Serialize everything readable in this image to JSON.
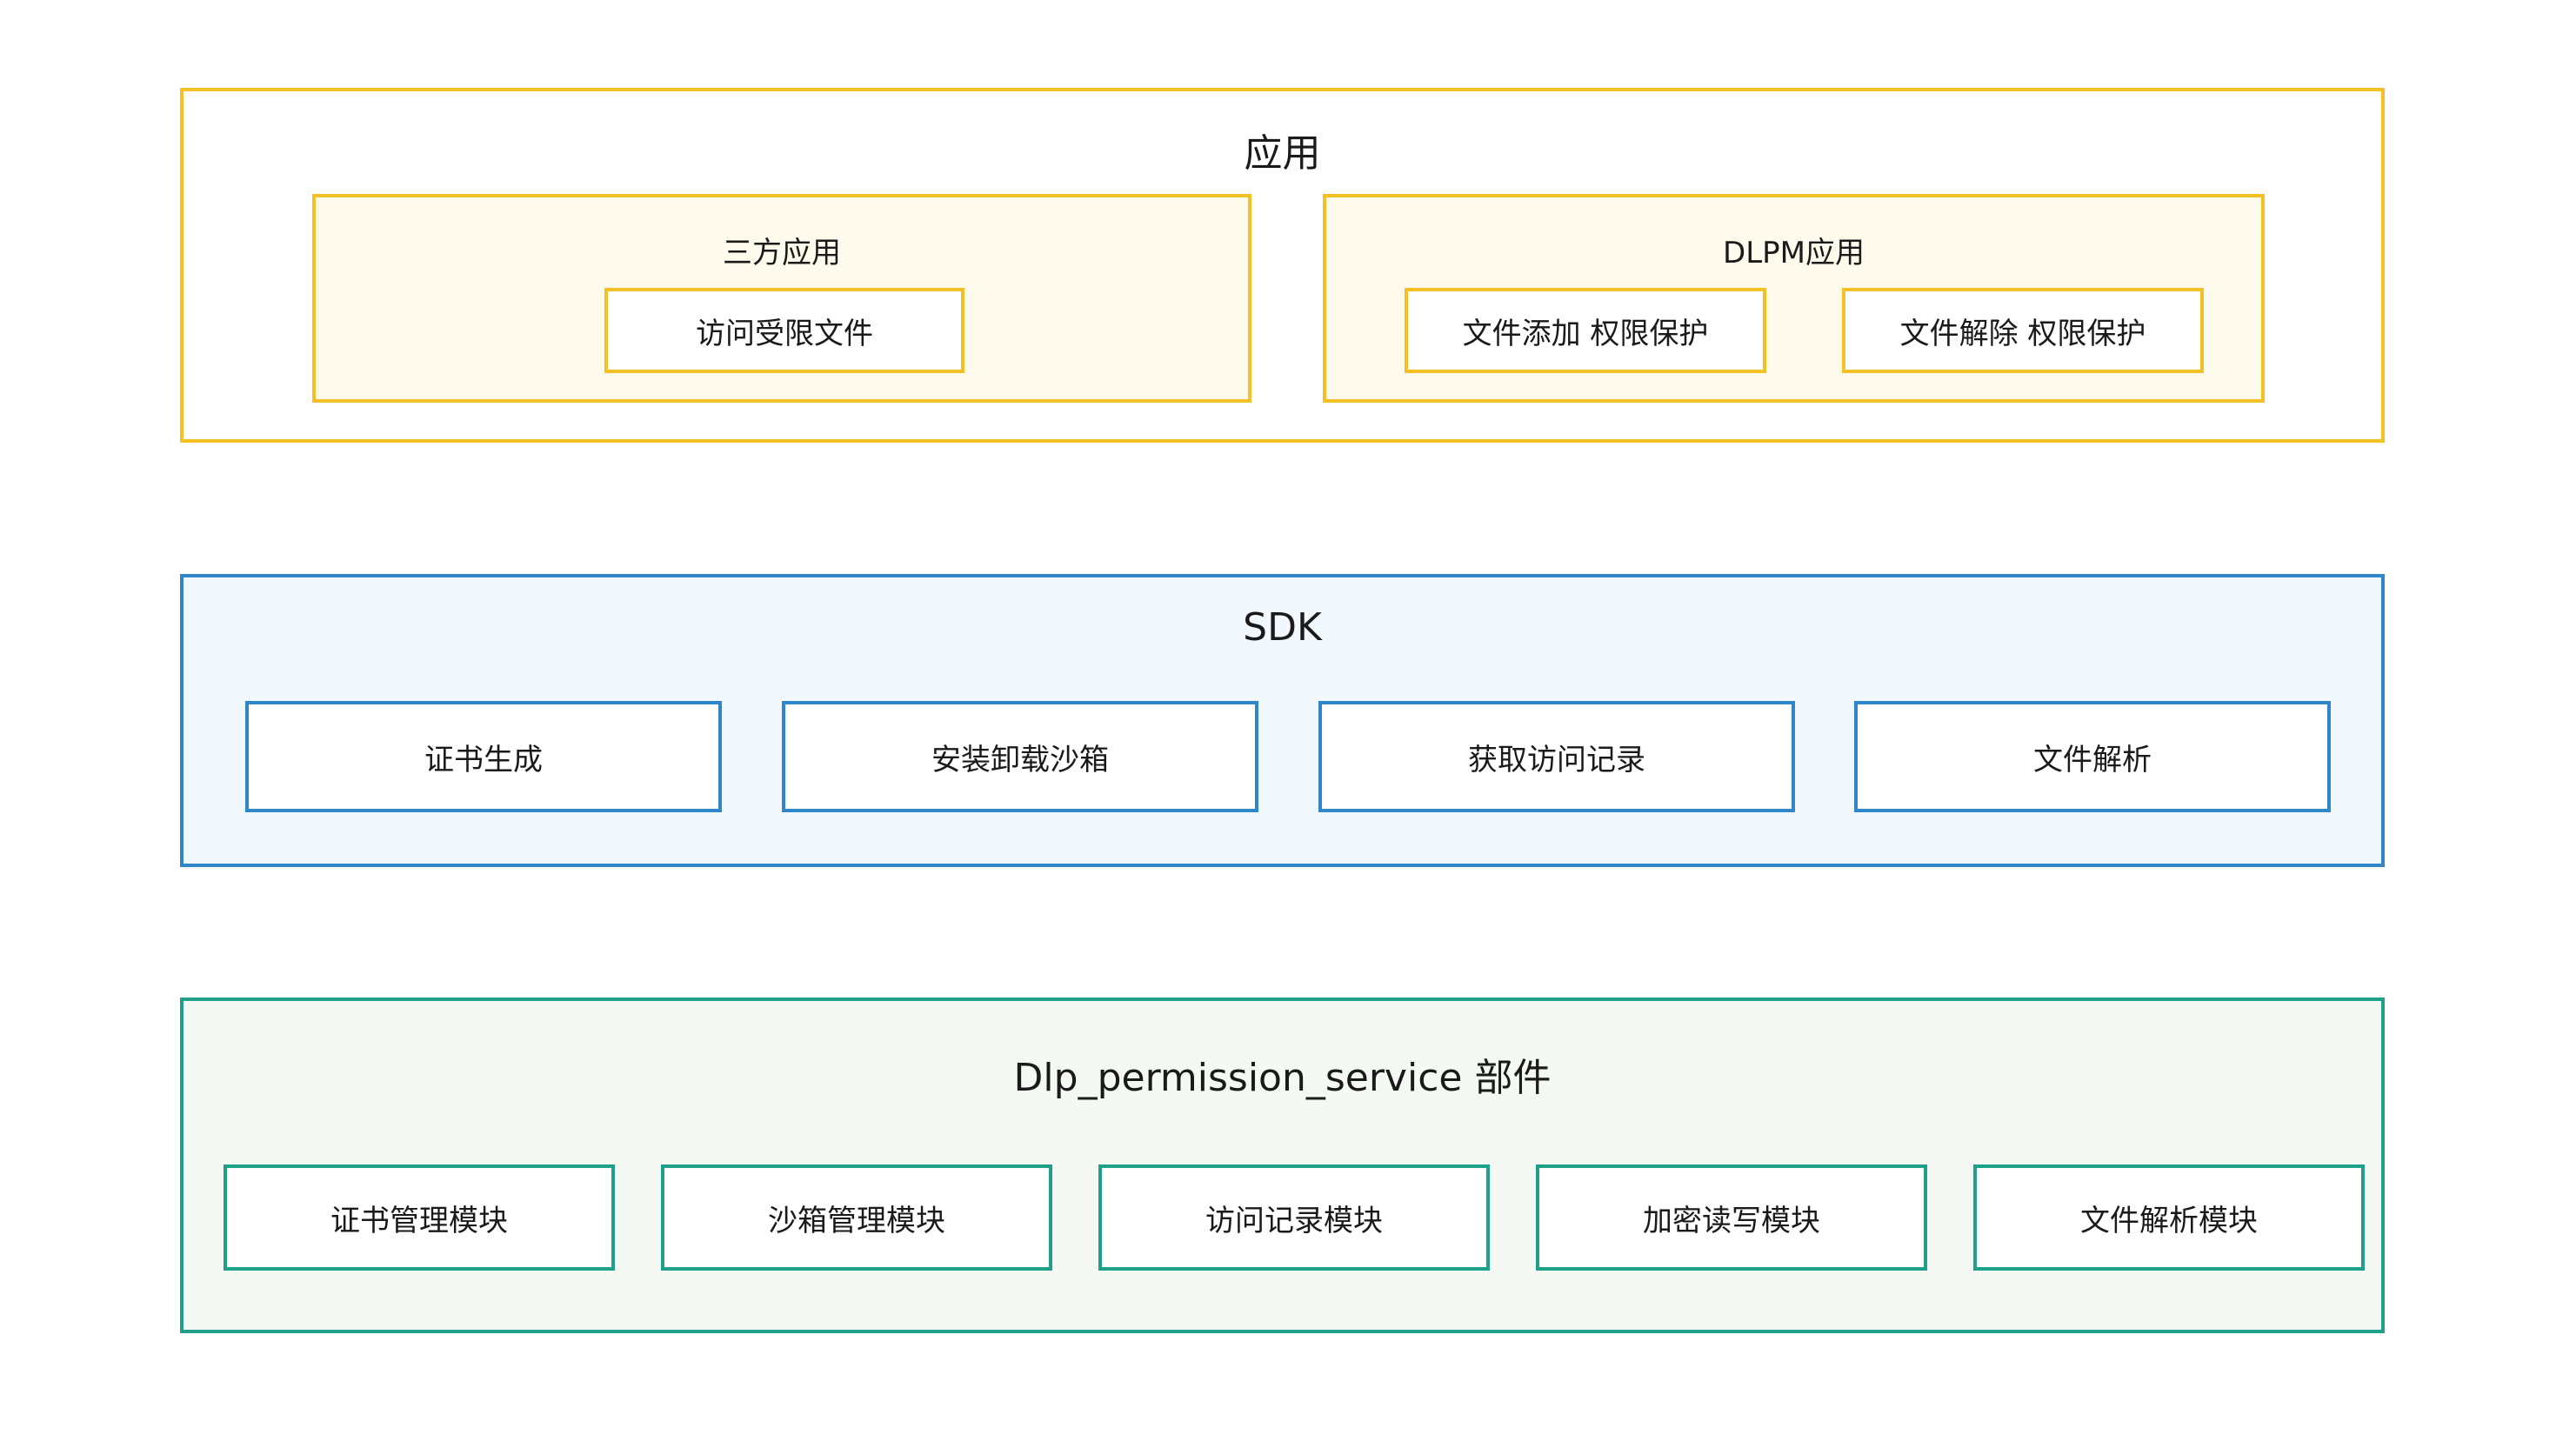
{
  "app_layer": {
    "title": "应用",
    "third_party": {
      "title": "三方应用",
      "items": [
        "访问受限文件"
      ]
    },
    "dlpm": {
      "title": "DLPM应用",
      "items": [
        "文件添加 权限保护",
        "文件解除 权限保护"
      ]
    }
  },
  "sdk_layer": {
    "title": "SDK",
    "items": [
      "证书生成",
      "安装卸载沙箱",
      "获取访问记录",
      "文件解析"
    ]
  },
  "service_layer": {
    "title": "Dlp_permission_service 部件",
    "items": [
      "证书管理模块",
      "沙箱管理模块",
      "访问记录模块",
      "加密读写模块",
      "文件解析模块"
    ]
  },
  "colors": {
    "app_border": "#f5c024",
    "app_group_fill": "#fefaec",
    "sdk_border": "#2f86c9",
    "sdk_fill": "#f1f8fe",
    "service_border": "#1fa08a",
    "service_fill": "#f5f9f3"
  }
}
